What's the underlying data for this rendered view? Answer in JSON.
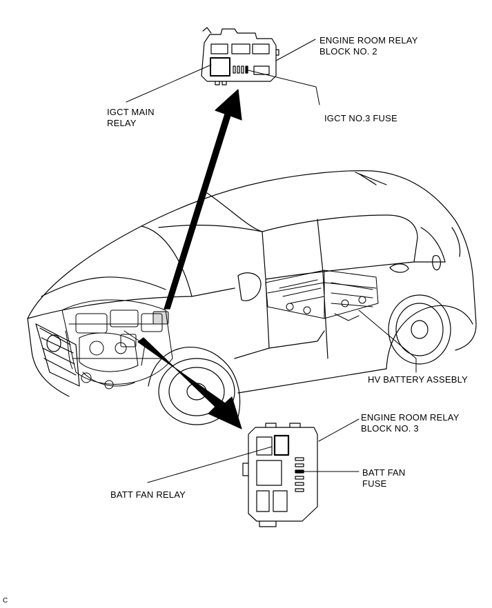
{
  "labels": {
    "relay_block_2": [
      "ENGINE ROOM RELAY",
      "BLOCK NO. 2"
    ],
    "igct_main_relay": [
      "IGCT MAIN",
      "RELAY"
    ],
    "igct_no3_fuse": "IGCT NO.3 FUSE",
    "hv_battery": "HV BATTERY ASSEBLY",
    "relay_block_3": [
      "ENGINE ROOM RELAY",
      "BLOCK NO. 3"
    ],
    "batt_fan_fuse": [
      "BATT FAN",
      "FUSE"
    ],
    "batt_fan_relay": "BATT FAN RELAY"
  },
  "corner_code": "C"
}
